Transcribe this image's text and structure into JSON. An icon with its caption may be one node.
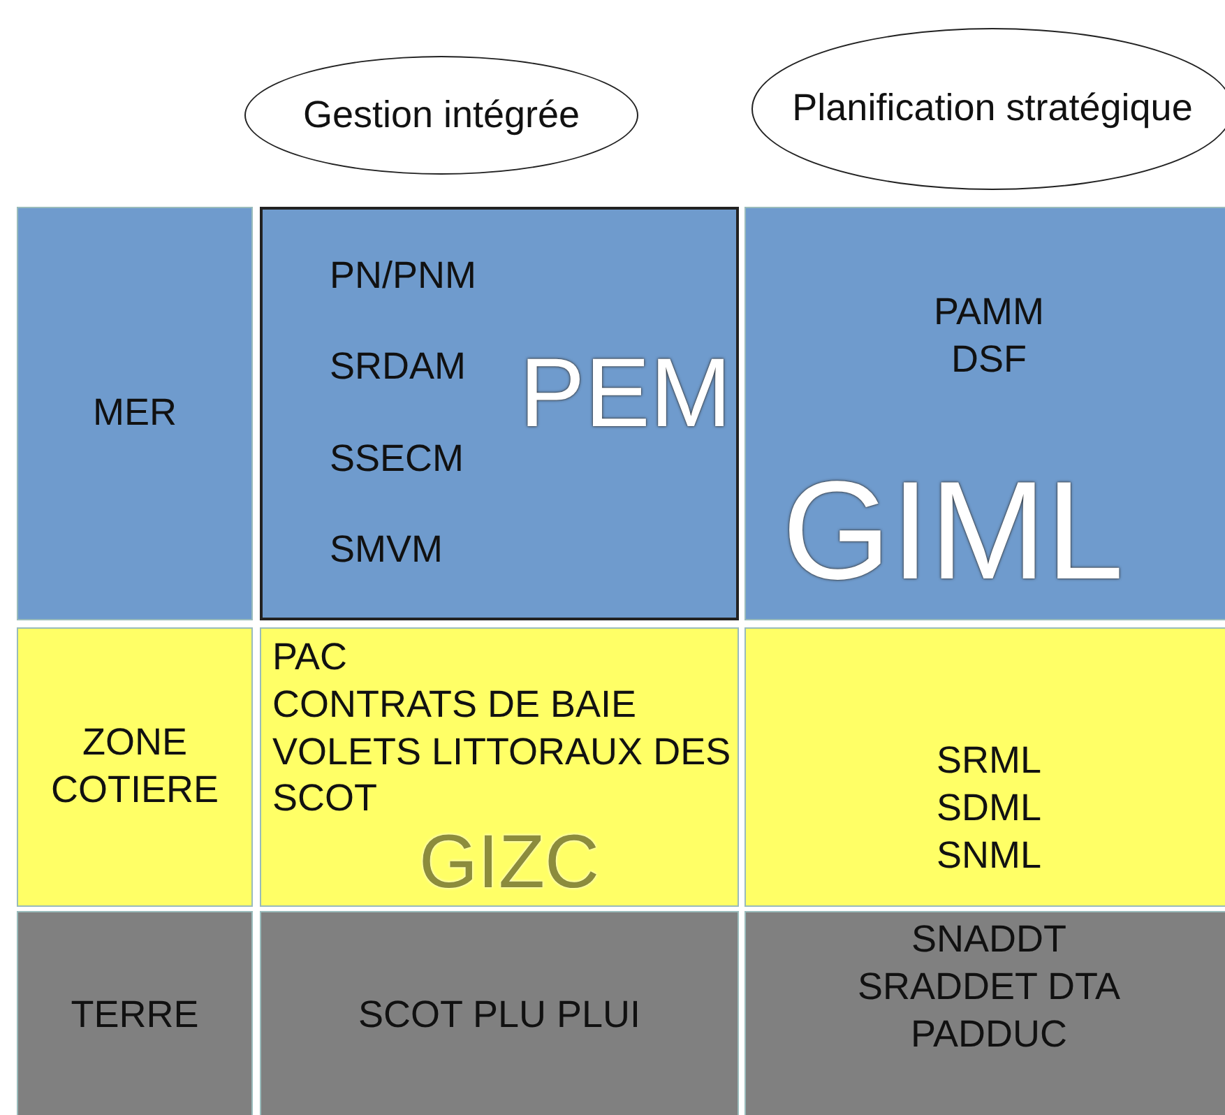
{
  "diagram": {
    "nodes": [
      {
        "text": [
          "Gestion intégrée"
        ]
      },
      {
        "text": [
          "Planification stratégique"
        ]
      },
      {
        "text": [
          "MER"
        ]
      },
      {
        "text": [
          "PN/PNM",
          "SRDAM",
          "SSECM",
          "SMVM"
        ]
      },
      {
        "text": [
          "PAMM",
          "DSF"
        ]
      },
      {
        "text": [
          "ZONE COTIERE"
        ]
      },
      {
        "text": [
          "PAC",
          "CONTRATS DE BAIE",
          "VOLETS LITTORAUX DES SCOT"
        ]
      },
      {
        "text": [
          "SRML",
          "SDML",
          "SNML"
        ]
      },
      {
        "text": [
          "TERRE"
        ]
      },
      {
        "text": [
          "SCOT PLU PLUI"
        ]
      },
      {
        "text": [
          "SNADDT",
          "SRADDET DTA",
          "PADDUC"
        ]
      }
    ],
    "edges": [],
    "labels": [
      "PEM",
      "GIML",
      "GIZC"
    ]
  }
}
